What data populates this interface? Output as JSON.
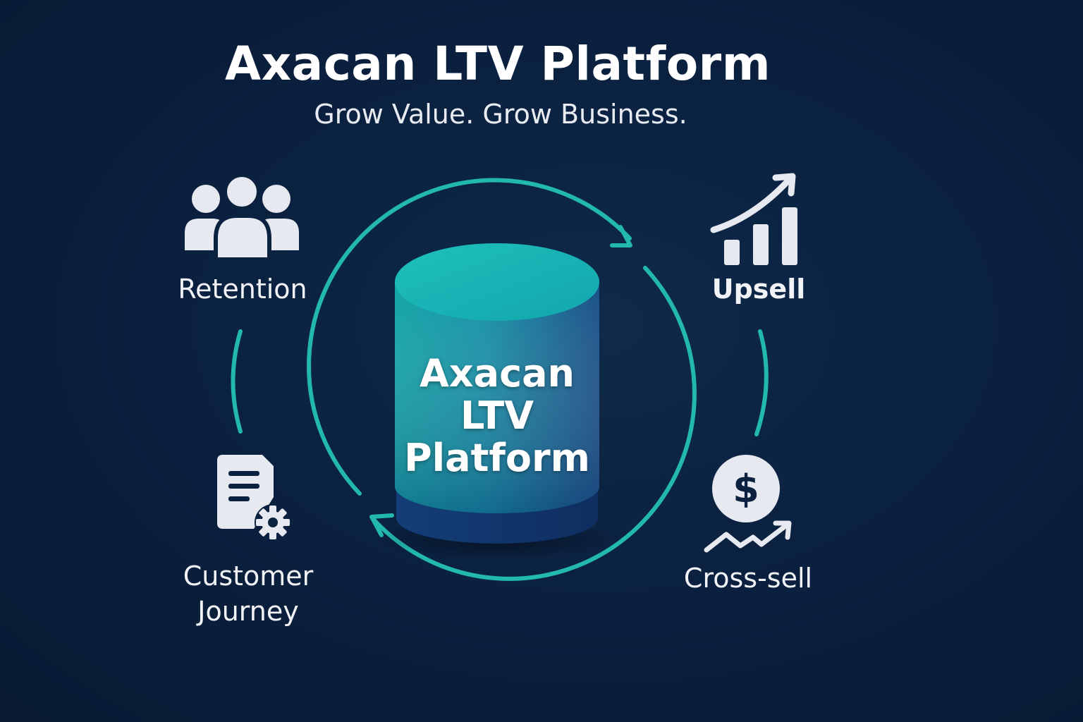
{
  "header": {
    "title": "Axacan LTV Platform",
    "subtitle": "Grow Value. Grow Business."
  },
  "center": {
    "line1": "Axacan",
    "line2": "LTV",
    "line3": "Platform"
  },
  "nodes": {
    "retention": {
      "label": "Retention",
      "icon": "people-group-icon"
    },
    "upsell": {
      "label": "Upsell",
      "icon": "bar-chart-growth-icon"
    },
    "customer_journey": {
      "line1": "Customer",
      "line2": "Journey",
      "icon": "document-gear-icon"
    },
    "cross_sell": {
      "label": "Cross-sell",
      "icon": "dollar-coin-trend-icon"
    }
  },
  "colors": {
    "background": "#0b2140",
    "accent_teal": "#22b8b0",
    "icon_light": "#e6e9ef"
  }
}
